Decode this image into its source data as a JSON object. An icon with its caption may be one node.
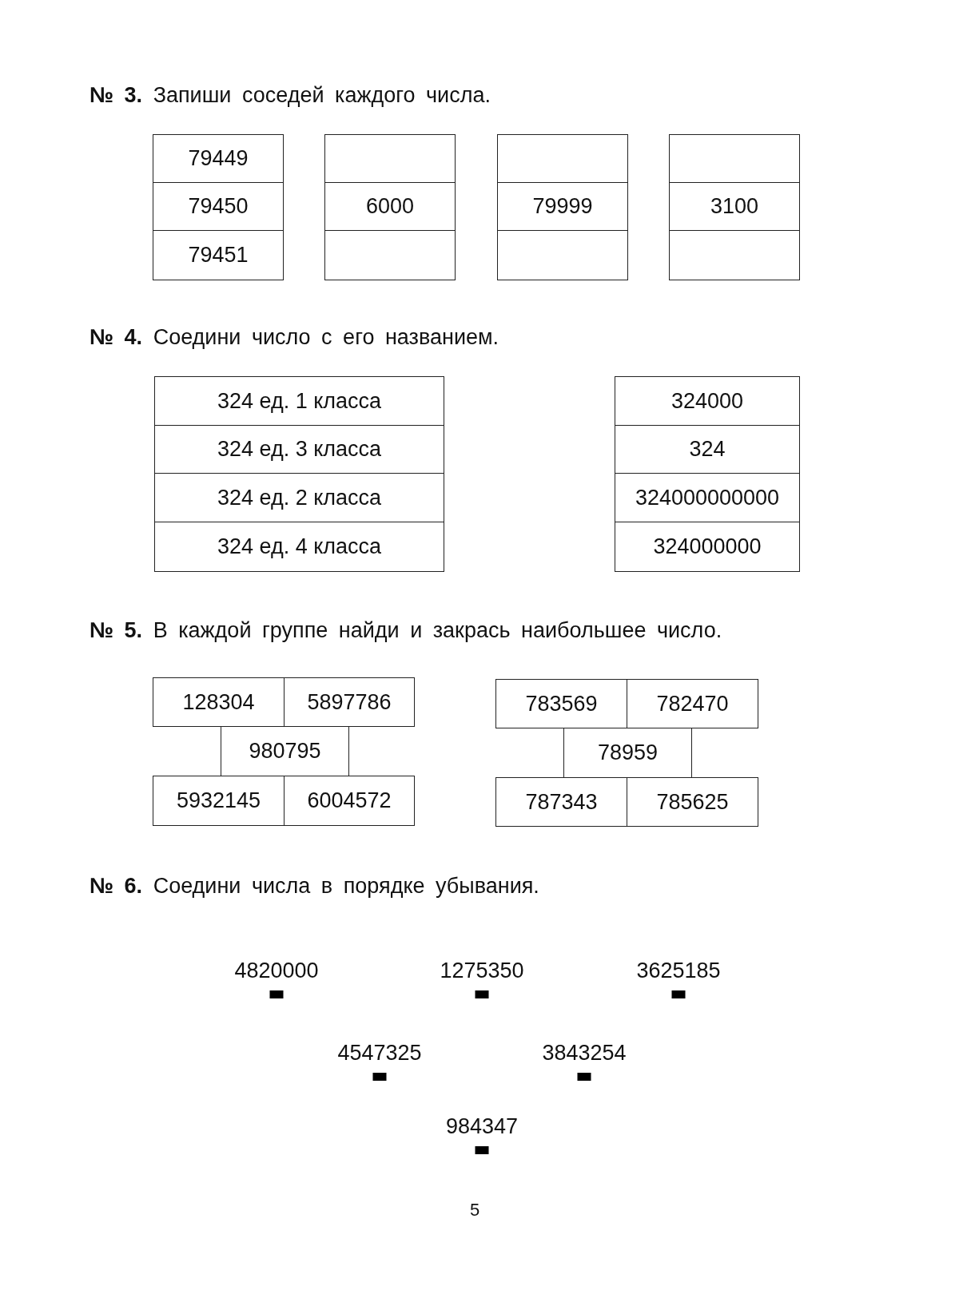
{
  "diagram": {
    "nodes": [
      {
        "text": [
          "79449"
        ]
      },
      {
        "text": [
          "79450"
        ]
      },
      {
        "text": [
          "79451"
        ]
      },
      {
        "text": [],
        "shape": "box"
      },
      {
        "text": [
          "6000"
        ]
      },
      {
        "text": [],
        "shape": "box"
      },
      {
        "text": [],
        "shape": "box"
      },
      {
        "text": [
          "79999"
        ]
      },
      {
        "text": [],
        "shape": "box"
      },
      {
        "text": [],
        "shape": "box"
      },
      {
        "text": [
          "3100"
        ]
      },
      {
        "text": [],
        "shape": "box"
      },
      {
        "text": [
          "324 ед. 1 класса"
        ]
      },
      {
        "text": [
          "324 ед. 3 класса"
        ]
      },
      {
        "text": [
          "324 ед. 2 класса"
        ]
      },
      {
        "text": [
          "324 ед. 4 класса"
        ]
      },
      {
        "text": [
          "324000"
        ]
      },
      {
        "text": [
          "324"
        ]
      },
      {
        "text": [
          "324000000000"
        ]
      },
      {
        "text": [
          "324000000"
        ]
      },
      {
        "text": [
          "128304"
        ]
      },
      {
        "text": [
          "5897786"
        ]
      },
      {
        "text": [
          "980795"
        ]
      },
      {
        "text": [
          "5932145"
        ]
      },
      {
        "text": [
          "6004572"
        ]
      },
      {
        "text": [
          "783569"
        ]
      },
      {
        "text": [
          "782470"
        ]
      },
      {
        "text": [
          "78959"
        ]
      },
      {
        "text": [
          "787343"
        ]
      },
      {
        "text": [
          "785625"
        ]
      }
    ],
    "labels": [
      "**№ 3.** Запиши соседей каждого числа.",
      "**№ 4.** Соедини число с его названием.",
      "**№ 5.** В каждой группе найди и закрась наибольшее число.",
      "**№ 6.** Соедини числа в порядке убывания.",
      "4820000",
      "1275350",
      "3625185",
      "4547325",
      "3843254",
      "984347",
      "5"
    ]
  }
}
